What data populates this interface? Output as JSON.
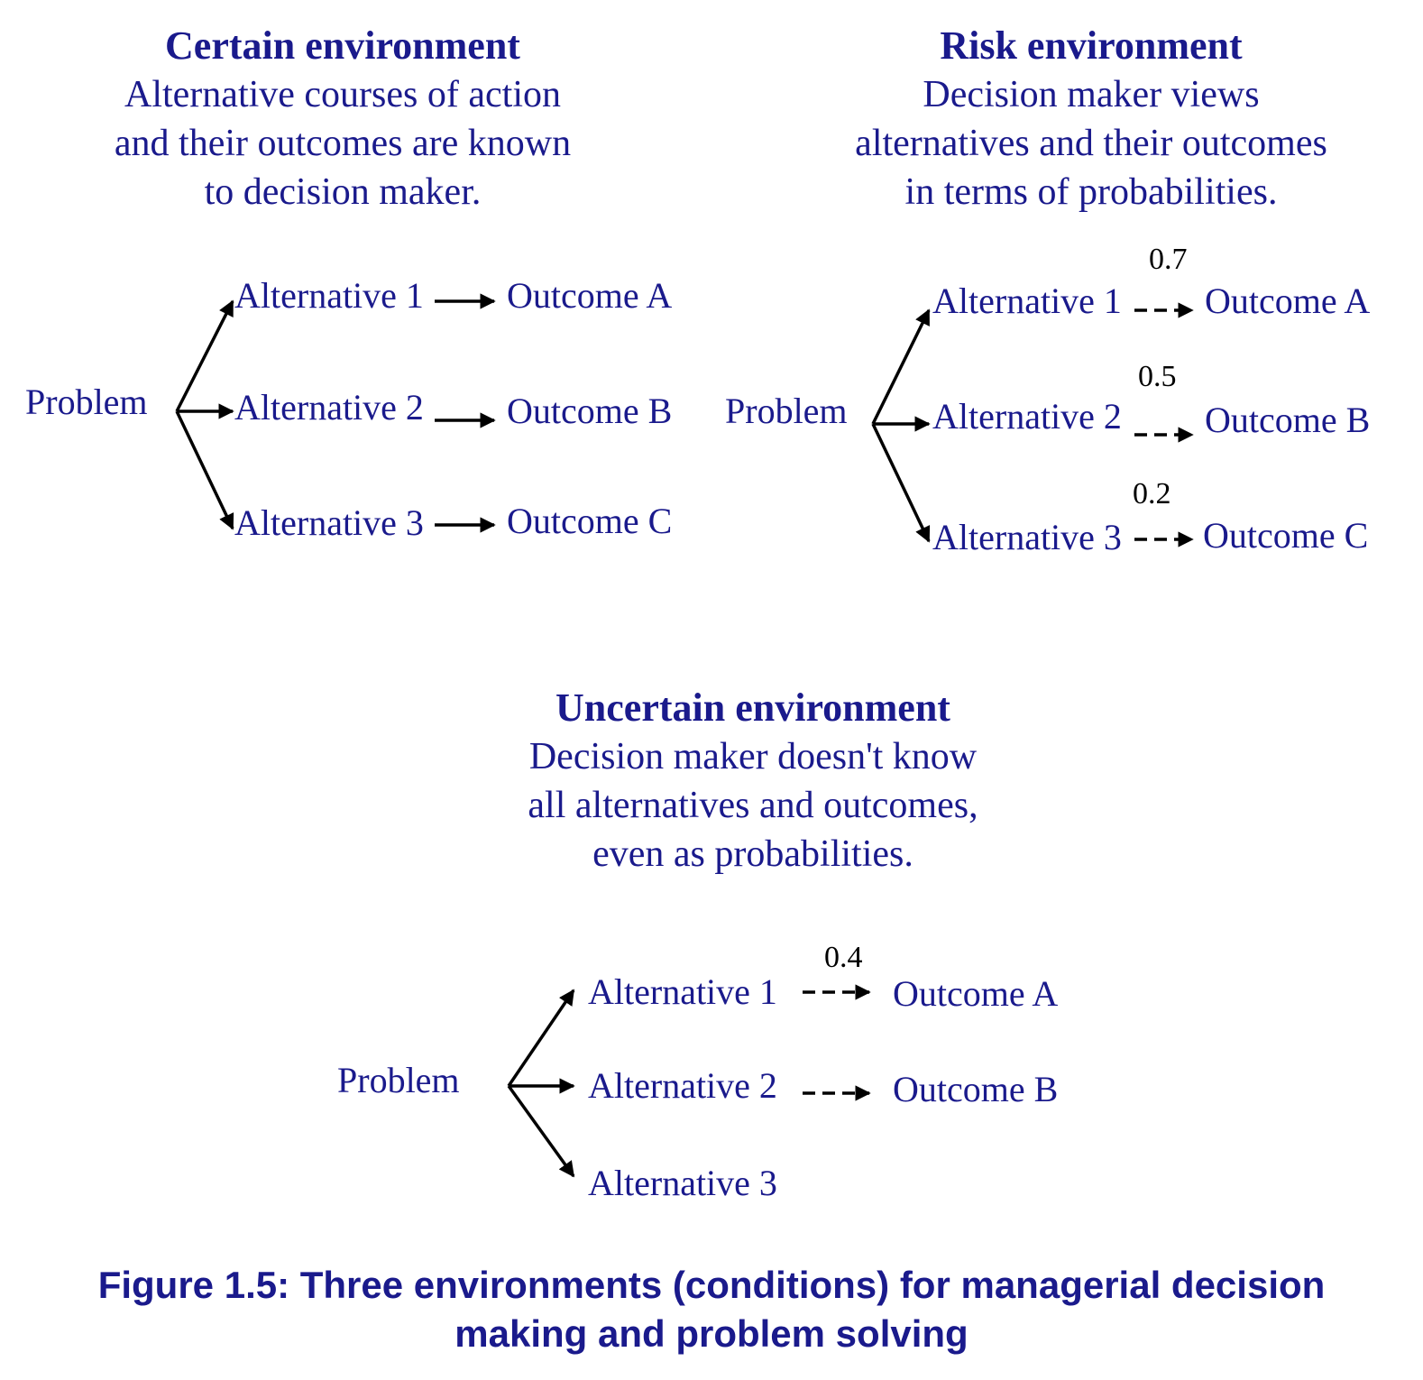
{
  "certain": {
    "title": "Certain environment",
    "desc": [
      "Alternative courses of action",
      "and their outcomes are known",
      "to decision maker."
    ],
    "problem": "Problem",
    "alternatives": [
      "Alternative 1",
      "Alternative 2",
      "Alternative 3"
    ],
    "outcomes": [
      "Outcome A",
      "Outcome B",
      "Outcome C"
    ]
  },
  "risk": {
    "title": "Risk environment",
    "desc": [
      "Decision maker views",
      "alternatives and their outcomes",
      "in terms of probabilities."
    ],
    "problem": "Problem",
    "alternatives": [
      "Alternative 1",
      "Alternative 2",
      "Alternative 3"
    ],
    "outcomes": [
      "Outcome A",
      "Outcome B",
      "Outcome C"
    ],
    "probabilities": [
      "0.7",
      "0.5",
      "0.2"
    ]
  },
  "uncertain": {
    "title": "Uncertain environment",
    "desc": [
      "Decision maker doesn't know",
      "all alternatives and outcomes,",
      "even as probabilities."
    ],
    "problem": "Problem",
    "alternatives": [
      "Alternative 1",
      "Alternative 2",
      "Alternative 3"
    ],
    "outcomes": [
      "Outcome A",
      "Outcome B"
    ],
    "probabilities": [
      "0.4"
    ]
  },
  "caption": {
    "line1": "Figure 1.5: Three environments (conditions) for managerial decision",
    "line2": "making and problem solving"
  },
  "colors": {
    "text": "#1a1a8c",
    "arrows": "#000000"
  }
}
